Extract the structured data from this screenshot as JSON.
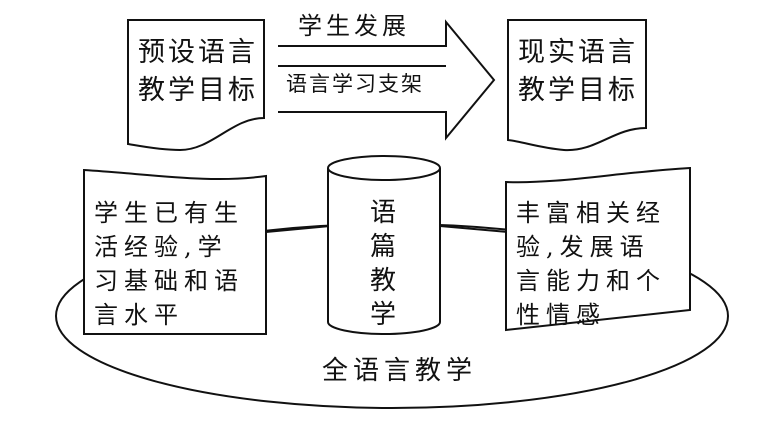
{
  "top": {
    "left_doc": {
      "lines": [
        "预设语言",
        "教学目标"
      ]
    },
    "arrow": {
      "label_top": "学生发展",
      "label_mid": "语言学习支架"
    },
    "right_doc": {
      "lines": [
        "现实语言",
        "教学目标"
      ]
    }
  },
  "bottom": {
    "left_doc": {
      "lines": [
        "学生已有生",
        "活经验,学",
        "习基础和语",
        "言水平"
      ]
    },
    "cylinder": {
      "chars": [
        "语",
        "篇",
        "教",
        "学"
      ]
    },
    "right_doc": {
      "lines": [
        "丰富相关经",
        "验,发展语",
        "言能力和个",
        "性情感"
      ]
    },
    "ellipse_label": "全语言教学"
  }
}
